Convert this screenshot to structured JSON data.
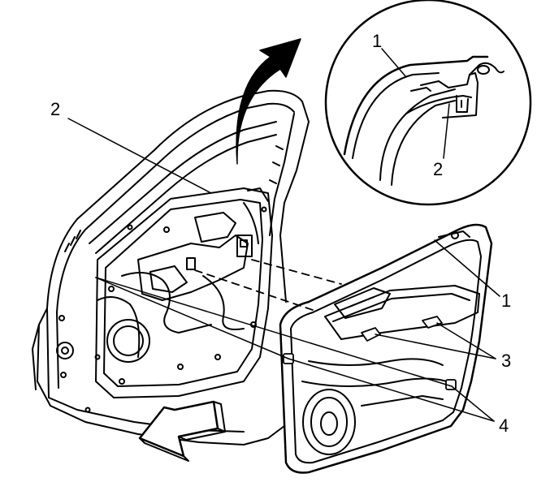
{
  "callouts": [
    {
      "id": "inset-part-1",
      "label": "1"
    },
    {
      "id": "inset-part-2",
      "label": "2"
    },
    {
      "id": "main-part-2",
      "label": "2"
    },
    {
      "id": "main-part-1",
      "label": "1"
    },
    {
      "id": "main-part-3",
      "label": "3"
    },
    {
      "id": "main-part-4",
      "label": "4"
    }
  ],
  "icons": [
    "curved-arrow-icon",
    "forward-direction-arrow-icon",
    "clip-icon"
  ]
}
